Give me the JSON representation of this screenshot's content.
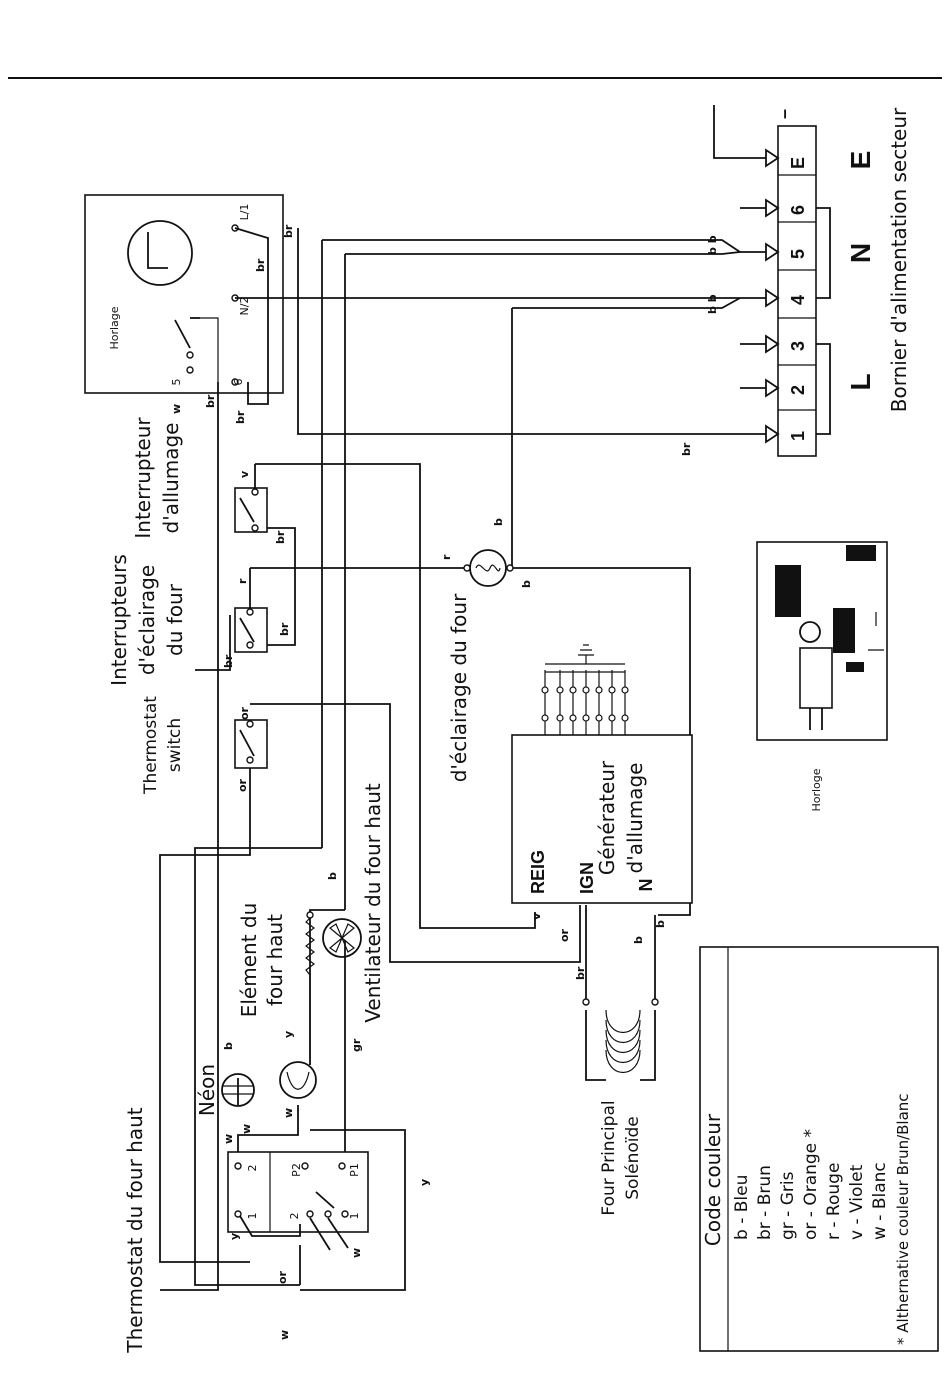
{
  "terminal_block": {
    "title": "Bornier d'alimentation secteur",
    "terminals": [
      "1",
      "2",
      "3",
      "4",
      "5",
      "6",
      "E"
    ],
    "group_labels": [
      "L",
      "N",
      "E"
    ],
    "wire_label_top": "–"
  },
  "clock": {
    "label": "Horlage",
    "pins": {
      "l1": "L/1",
      "n2": "N/2",
      "p5": "5",
      "p6": "6"
    }
  },
  "switches": {
    "ignition": "Interrupteur\nd'allumage",
    "oven_light": "Interrupteurs\nd'éclairage\ndu four",
    "thermostat": "Thermostat\nswitch"
  },
  "lamp_label": "d'éclairage du four",
  "ignition_generator": {
    "title": "Générateur\nd'allumage",
    "pins": [
      "REIG",
      "IGN",
      "N"
    ]
  },
  "fan_label": "Ventilateur du four haut",
  "element_label": "Elément du\nfour haut",
  "neon_label": "Néon",
  "solenoid_label": "Four Principal\nSolénoïde",
  "thermostat_label": "Thermostat du four haut",
  "thermo_pins": [
    "2",
    "1",
    "P2",
    "P1",
    "2",
    "1"
  ],
  "clock_inset_label": "Horloge",
  "color_code": {
    "title": "Code couleur",
    "entries": [
      "b - Bleu",
      "br - Brun",
      "gr - Gris",
      "or - Orange *",
      "  r - Rouge",
      "  v - Violet",
      "  w - Blanc",
      "* Althernative couleur Brun/Blanc"
    ]
  },
  "wire_tags": {
    "b": "b",
    "br": "br",
    "bb": "b b",
    "w": "w",
    "y": "y",
    "gr": "gr",
    "or": "or",
    "r": "r",
    "v": "v"
  }
}
